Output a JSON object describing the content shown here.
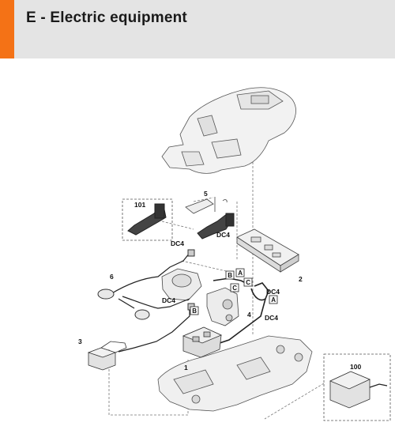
{
  "header": {
    "title": "E - Electric equipment",
    "accent_color": "#f47216",
    "background_color": "#e4e4e4"
  },
  "diagram": {
    "callouts": {
      "c1": "1",
      "c2": "2",
      "c3": "3",
      "c4": "4",
      "c5": "5",
      "c6": "6",
      "c100": "100",
      "c101": "101"
    },
    "connectors": {
      "dc4_a": "DC4",
      "dc4_b": "DC4",
      "dc4_c": "DC4",
      "dc4_d": "DC4",
      "dc4_e": "DC4"
    },
    "letters": {
      "b1": "B",
      "b2": "B",
      "c1": "C",
      "c2": "C",
      "a1": "A",
      "a2": "A"
    }
  }
}
